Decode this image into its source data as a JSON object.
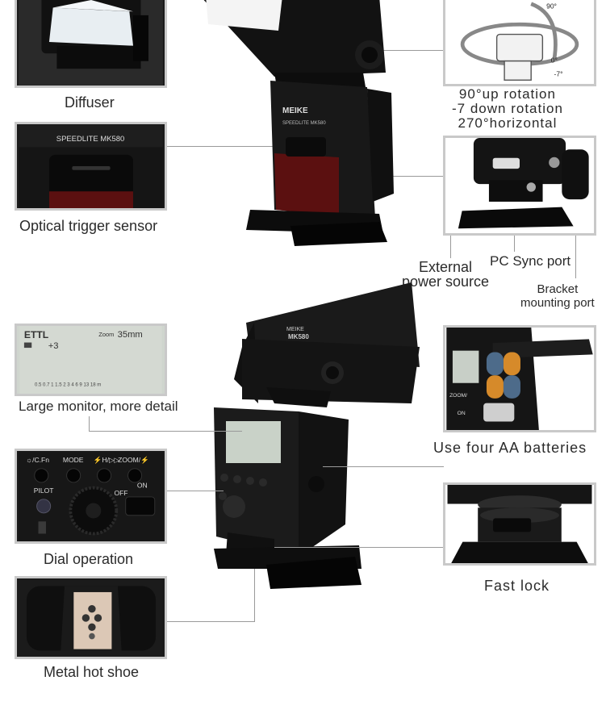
{
  "top_left": {
    "diffuser": "Diffuser",
    "optical_sensor": "Optical trigger sensor",
    "sensor_brand": "SPEEDLITE MK580"
  },
  "top_right": {
    "rotation_lines": [
      "90°up rotation",
      "-7 down rotation",
      "270°horizontal"
    ],
    "diagram_labels": {
      "up": "90°",
      "zero": "0°",
      "down": "-7°"
    },
    "ports": {
      "external": [
        "External",
        "power source"
      ],
      "pc_sync": "PC Sync port",
      "bracket": [
        "Bracket",
        "mounting port"
      ]
    },
    "flash_brand": "MEIKE",
    "flash_model": "SPEEDLITE MK580"
  },
  "bottom_left": {
    "lcd": {
      "mode": "ETTL",
      "zoom_label": "Zoom",
      "zoom_value": "35mm",
      "ev": "+3",
      "scale": "0.5 0.7 1 1.5 2 3 4 6 9 13 18 m"
    },
    "monitor_caption": "Large monitor, more detail",
    "dial": {
      "buttons": [
        "☼/C.Fn",
        "MODE",
        "⚡H/▷▷",
        "ZOOM/⚡"
      ],
      "pilot": "PILOT",
      "off": "OFF",
      "on": "ON"
    },
    "dial_caption": "Dial operation",
    "hot_shoe_caption": "Metal hot shoe"
  },
  "bottom_right": {
    "battery_caption": "Use four AA batteries",
    "fast_lock_caption": "Fast lock",
    "battery_panel_labels": [
      "ZOOM/",
      "ON"
    ]
  },
  "flash2": {
    "brand": "MEIKE",
    "model": "MK580"
  }
}
